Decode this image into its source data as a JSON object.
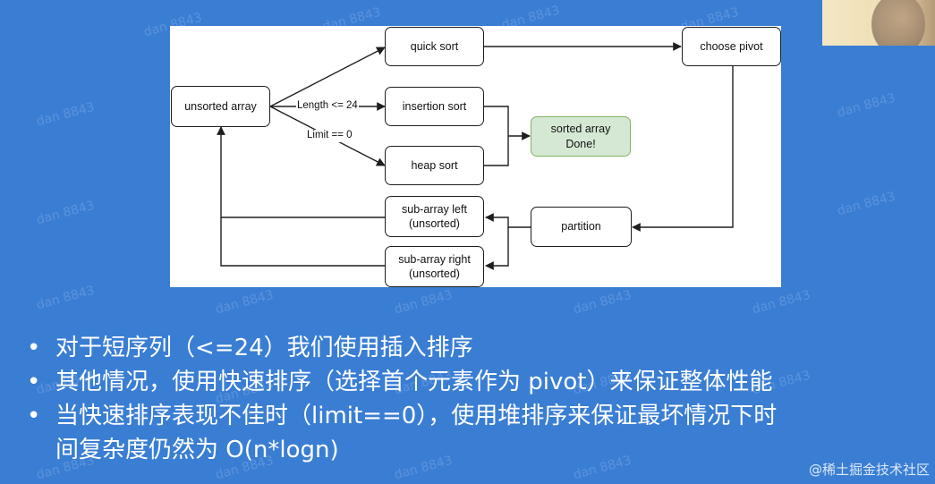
{
  "diagram": {
    "nodes": {
      "unsorted": "unsorted array",
      "quick": "quick sort",
      "choose_pivot": "choose pivot",
      "insertion": "insertion sort",
      "sorted": "sorted array\nDone!",
      "heap": "heap sort",
      "sub_left": "sub-array left\n(unsorted)",
      "partition": "partition",
      "sub_right": "sub-array right\n(unsorted)"
    },
    "edge_labels": {
      "length": "Length <= 24",
      "limit": "Limit == 0"
    }
  },
  "bullets": {
    "b1": "对于短序列（<=24）我们使用插入排序",
    "b2": "其他情况，使用快速排序（选择首个元素作为 pivot）来保证整体性能",
    "b3_line1": "当快速排序表现不佳时（limit==0），使用堆排序来保证最坏情况下时",
    "b3_line2": "间复杂度仍然为 O(n*logn)",
    "marker": "•"
  },
  "watermark": "dan 8843",
  "site_mark": "@稀土掘金技术社区",
  "colors": {
    "background": "#3a7ed4",
    "node_border": "#1e1e1e",
    "done_fill": "#d5e8d4",
    "done_border": "#82b366"
  }
}
